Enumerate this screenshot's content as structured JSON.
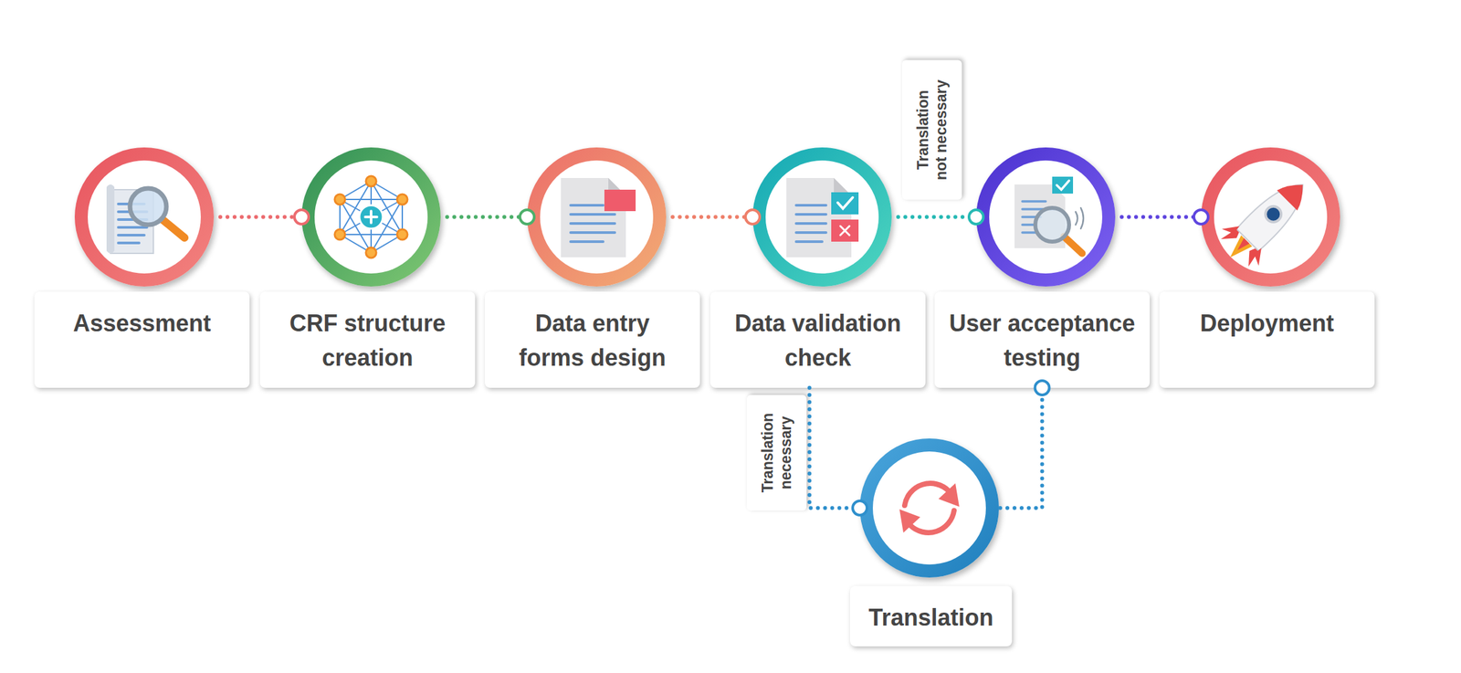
{
  "diagram": {
    "nodes": [
      {
        "text": [
          "Assessment"
        ]
      },
      {
        "text": [
          "CRF structure creation"
        ]
      },
      {
        "text": [
          "Data entry forms design"
        ]
      },
      {
        "text": [
          "Data validation check"
        ]
      },
      {
        "text": [
          "User acceptance testing"
        ]
      },
      {
        "text": [
          "Deployment"
        ]
      },
      {
        "text": [
          "Translation"
        ]
      }
    ],
    "edges": [
      {
        "from": 0,
        "to": 1,
        "arrow": "none"
      },
      {
        "from": 1,
        "to": 2,
        "arrow": "none"
      },
      {
        "from": 2,
        "to": 3,
        "arrow": "none"
      },
      {
        "from": 3,
        "to": 4,
        "arrow": "none",
        "label": "Translation not necessary"
      },
      {
        "from": 4,
        "to": 5,
        "arrow": "none"
      },
      {
        "from": 3,
        "to": 6,
        "arrow": "none",
        "label": "Translation necessary"
      },
      {
        "from": 6,
        "to": 4,
        "arrow": "none"
      }
    ]
  }
}
